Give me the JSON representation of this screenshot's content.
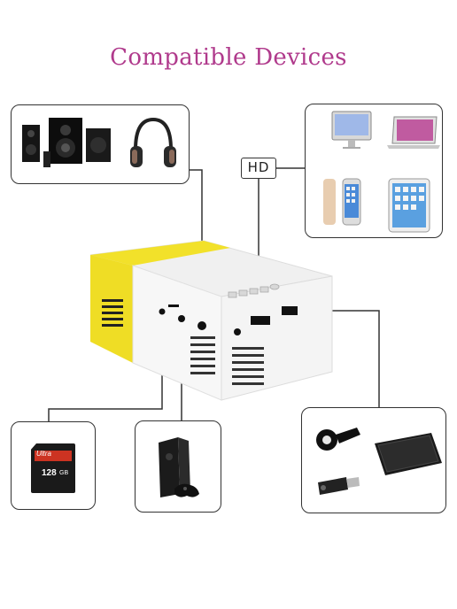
{
  "title": "Compatible Devices",
  "hd_label": "HD",
  "sd_card_text": {
    "brand": "Ultra",
    "capacity": "128",
    "unit": "GB"
  },
  "colors": {
    "title": "#b03a8c",
    "projector_accent": "#f2e12a",
    "projector_body": "#f4f4f4"
  },
  "devices": {
    "audio": [
      "speaker-system-icon",
      "headphones-icon"
    ],
    "hd_sources": [
      "imac-icon",
      "macbook-icon",
      "iphone-icon",
      "ipad-icon"
    ],
    "sd_card": "sd-card-icon",
    "console": "xbox-console-icon",
    "usb_devices": [
      "chromecast-icon",
      "external-hard-drive-icon",
      "usb-flash-drive-icon"
    ]
  }
}
